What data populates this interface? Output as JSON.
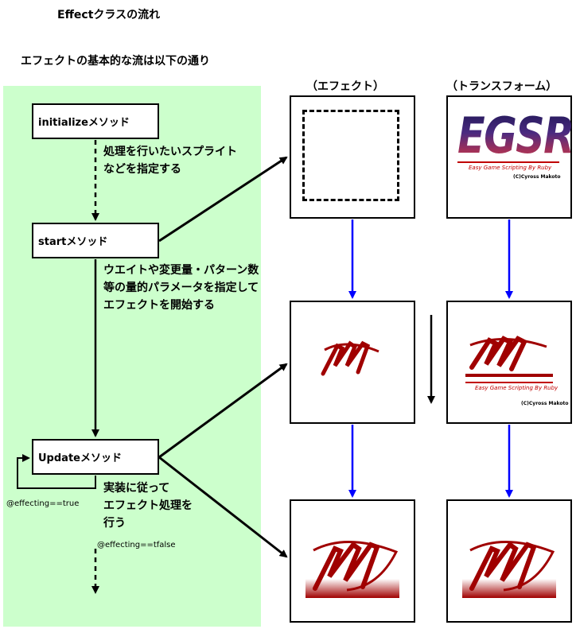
{
  "title": "Effectクラスの流れ",
  "subtitle": "エフェクトの基本的な流は以下の通り",
  "methods": {
    "initialize": "initializeメソッド",
    "start": "startメソッド",
    "update": "Updateメソッド"
  },
  "notes": {
    "initialize": [
      "処理を行いたいスプライト",
      "などを指定する"
    ],
    "start": [
      "ウエイトや変更量・パターン数",
      "等の量的パラメータを指定して",
      "エフェクトを開始する"
    ],
    "update": [
      "実装に従って",
      "エフェクト処理を",
      "行う"
    ]
  },
  "conditions": {
    "loop": "@effecting==true",
    "exit": "@effecting==tfalse"
  },
  "columns": {
    "effect": "（エフェクト）",
    "transform": "（トランスフォーム）"
  },
  "logo": {
    "main": "EGSR",
    "sub": "Easy Game Scripting By Ruby",
    "copyright": "(C)Cyross Makoto"
  },
  "colors": {
    "panel_bg": "#ccffcc",
    "flow_arrow": "#0000ff",
    "logo_red": "#a00000"
  }
}
